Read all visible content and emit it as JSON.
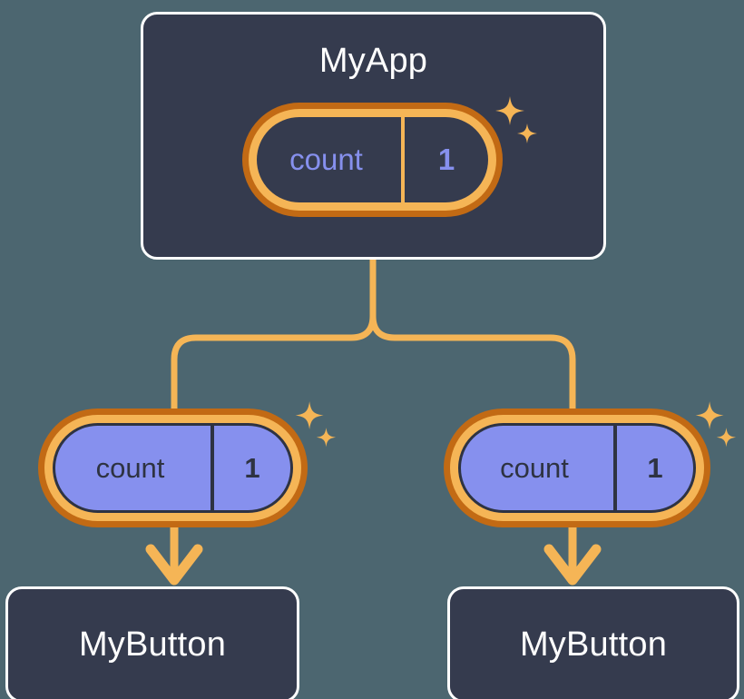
{
  "diagram": {
    "title": "MyApp context provider tree",
    "background_color": "#4c6670"
  },
  "palette": {
    "card_fill": "#353b4e",
    "card_border": "#ffffff",
    "ring_outer": "#c26a14",
    "ring_inner": "#f5b556",
    "accent_orange": "#f5b556",
    "periwinkle": "#8690ee",
    "dark_text": "#2e3342"
  },
  "root": {
    "name": "root-node",
    "label": "MyApp",
    "context_pill": {
      "key": "count",
      "value": "1",
      "style": "dark"
    },
    "sparkle_icon": "sparkles-icon"
  },
  "branches": [
    {
      "name": "left-branch",
      "context_pill": {
        "key": "count",
        "value": "1",
        "style": "purple"
      },
      "sparkle_icon": "sparkles-icon",
      "leaf": {
        "name": "leaf-node-left",
        "label": "MyButton"
      },
      "arrow_icon": "arrow-down-icon"
    },
    {
      "name": "right-branch",
      "context_pill": {
        "key": "count",
        "value": "1",
        "style": "purple"
      },
      "sparkle_icon": "sparkles-icon",
      "leaf": {
        "name": "leaf-node-right",
        "label": "MyButton"
      },
      "arrow_icon": "arrow-down-icon"
    }
  ],
  "connectors": {
    "trunk_color": "#f5b556",
    "stroke_width": 7,
    "description": "root splits into two rounded branches feeding each context pill"
  }
}
